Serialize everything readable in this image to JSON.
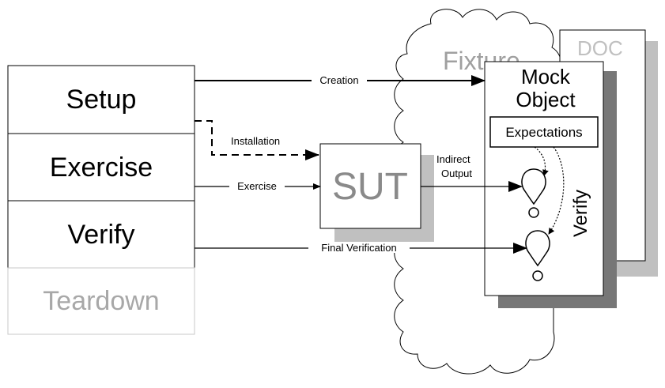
{
  "phases": {
    "setup": "Setup",
    "exercise": "Exercise",
    "verify": "Verify",
    "teardown": "Teardown"
  },
  "arrows": {
    "creation": "Creation",
    "installation": "Installation",
    "exercise": "Exercise",
    "indirect_output_line1": "Indirect",
    "indirect_output_line2": "Output",
    "final_verification": "Final Verification"
  },
  "sut": {
    "label": "SUT"
  },
  "fixture": {
    "label": "Fixture"
  },
  "doc": {
    "label": "DOC"
  },
  "mock": {
    "line1": "Mock",
    "line2": "Object",
    "expectations": "Expectations",
    "verify": "Verify"
  },
  "colors": {
    "stroke": "#000000",
    "shadow_light": "#c0c0c0",
    "shadow_dark": "#777777",
    "muted_text": "#a8a8a8"
  }
}
